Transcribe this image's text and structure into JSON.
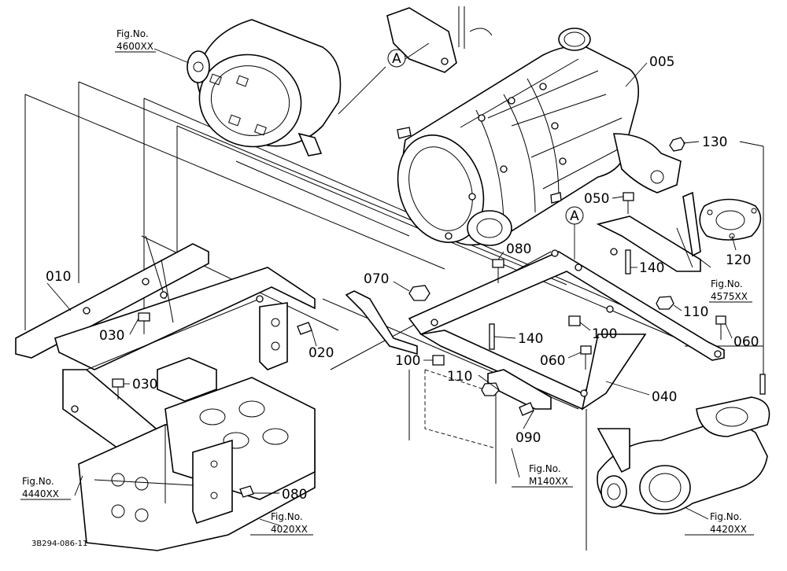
{
  "part_labels": {
    "p005": "005",
    "p130": "130",
    "p050": "050",
    "p120": "120",
    "p080a": "080",
    "p140a": "140",
    "p070": "070",
    "p110a": "110",
    "p010": "010",
    "p030a": "030",
    "p100a": "100",
    "p060a": "060",
    "p020": "020",
    "p140b": "140",
    "p100b": "100",
    "p060b": "060",
    "p110b": "110",
    "p040": "040",
    "p030b": "030",
    "p090": "090",
    "p080b": "080"
  },
  "ref_marks": {
    "a_top": "A",
    "a_mid": "A"
  },
  "fig_refs": {
    "f4600": {
      "label": "Fig.No.",
      "number": "4600XX"
    },
    "f4575": {
      "label": "Fig.No.",
      "number": "4575XX"
    },
    "fM140": {
      "label": "Fig.No.",
      "number": "M140XX"
    },
    "f4440": {
      "label": "Fig.No.",
      "number": "4440XX"
    },
    "f4020": {
      "label": "Fig.No.",
      "number": "4020XX"
    },
    "f4420": {
      "label": "Fig.No.",
      "number": "4420XX"
    }
  },
  "diagram_code": "3B294-086-11",
  "colors": {
    "line": "#000000",
    "background": "#ffffff"
  }
}
